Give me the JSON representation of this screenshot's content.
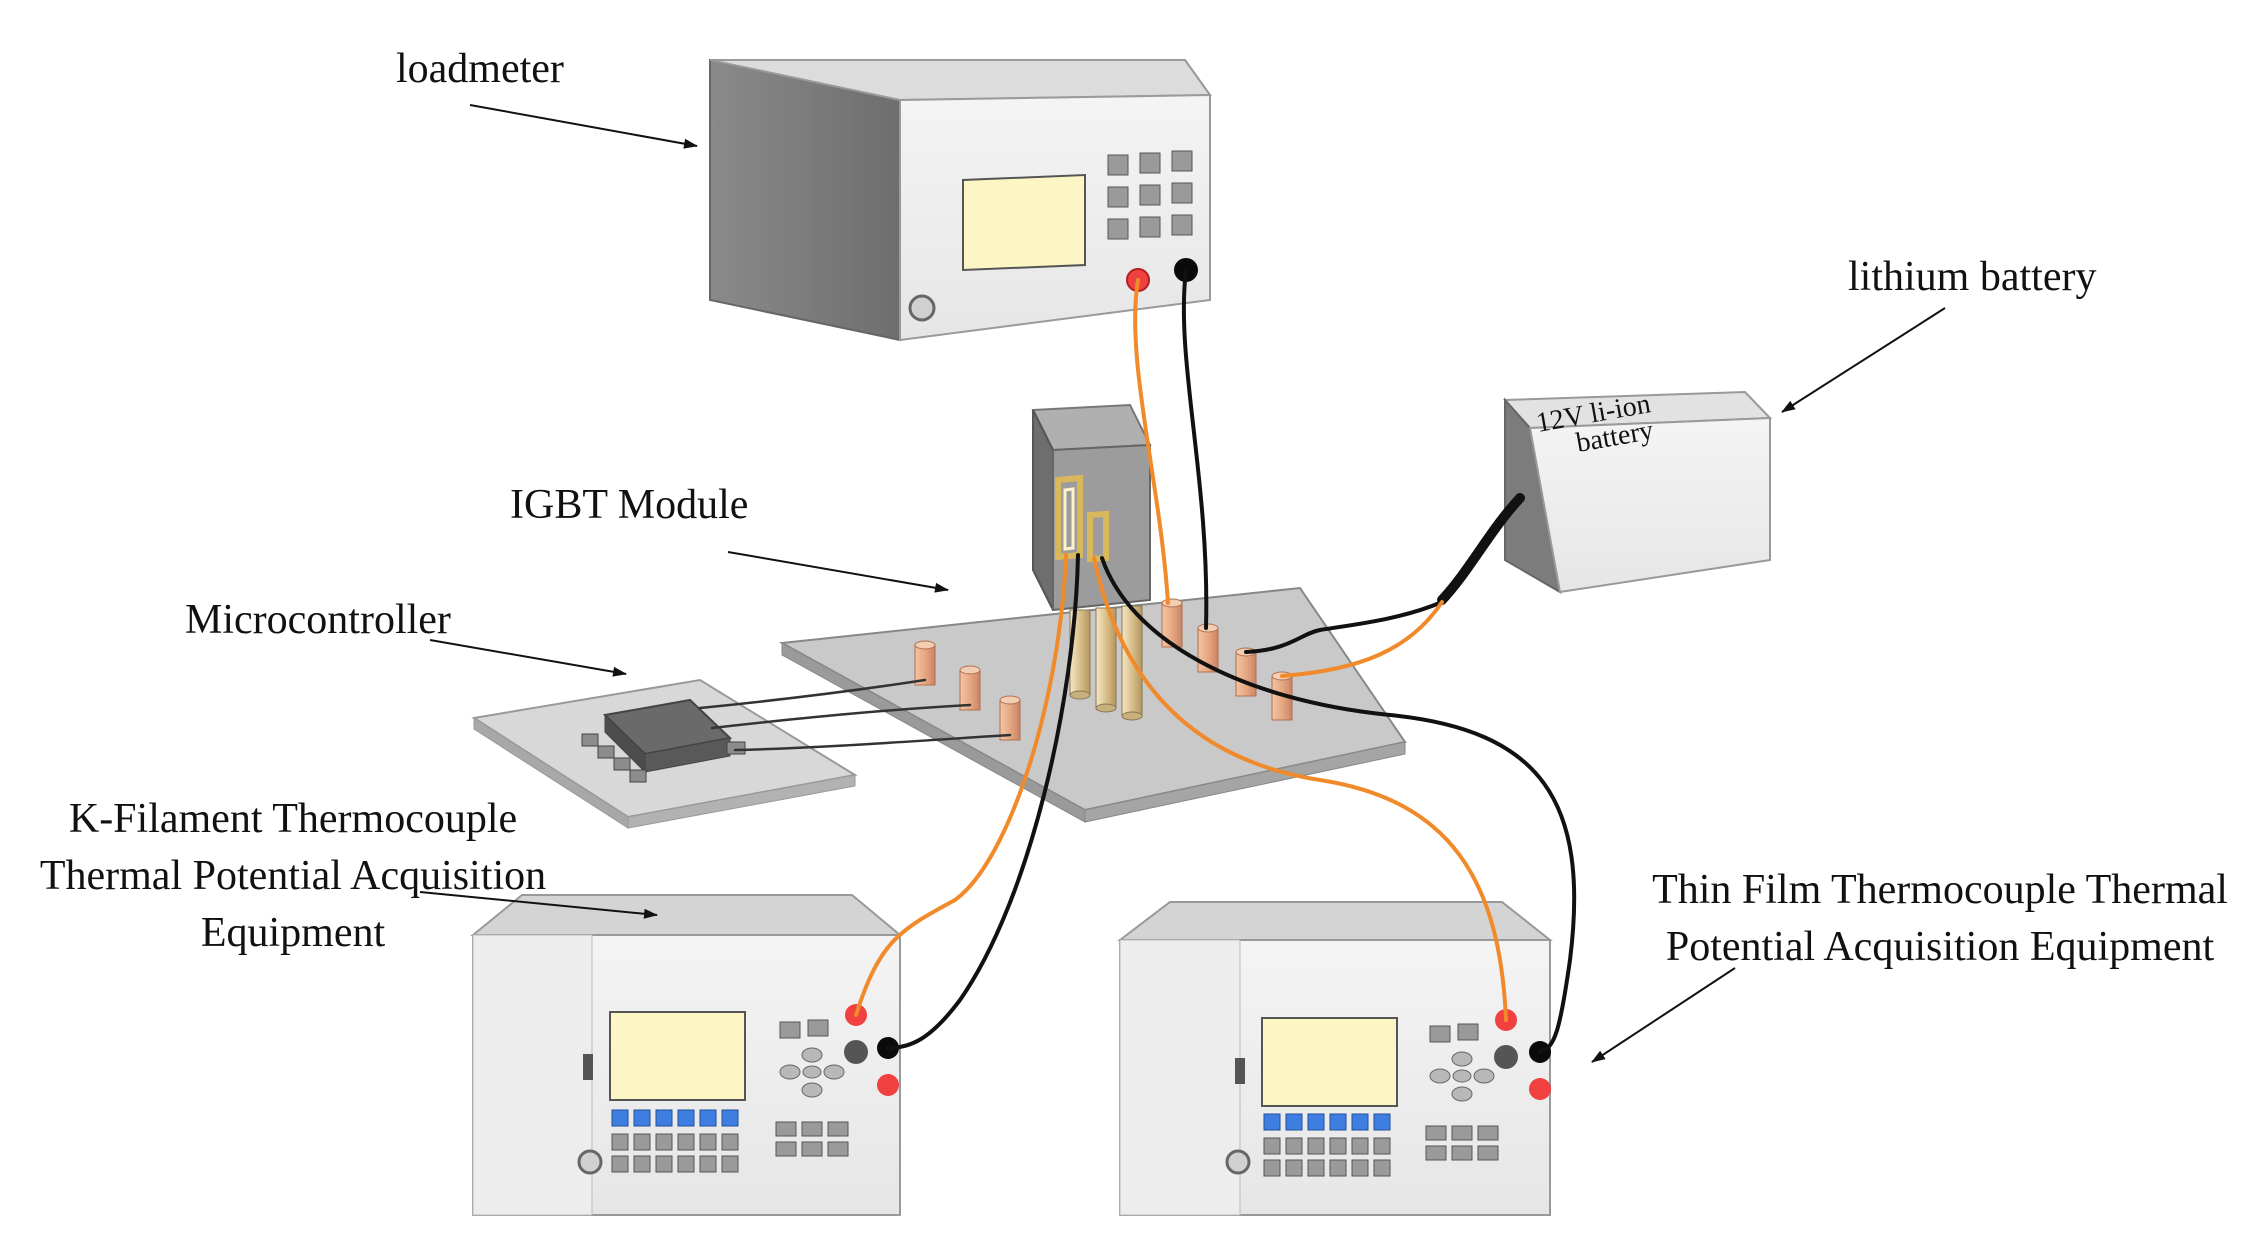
{
  "labels": {
    "loadmeter": "loadmeter",
    "lithium_battery": "lithium battery",
    "igbt_module": "IGBT Module",
    "microcontroller": "Microcontroller",
    "kfil_line1": "K-Filament Thermocouple",
    "kfil_line2": "Thermal Potential Acquisition",
    "kfil_line3": "Equipment",
    "thin_line1": "Thin Film Thermocouple Thermal",
    "thin_line2": "Potential Acquisition Equipment"
  },
  "battery": {
    "line1": "12V li-ion",
    "line2": "battery"
  },
  "colors": {
    "orange_wire": "#f08a2a",
    "black_wire": "#111111",
    "red_terminal": "#f04040",
    "black_terminal": "#0a0a0a",
    "screen_yellow": "#fbf6c4",
    "copper": "#e8a882",
    "blue_key": "#3d7ee0",
    "board_gray": "#c9c9c9"
  }
}
